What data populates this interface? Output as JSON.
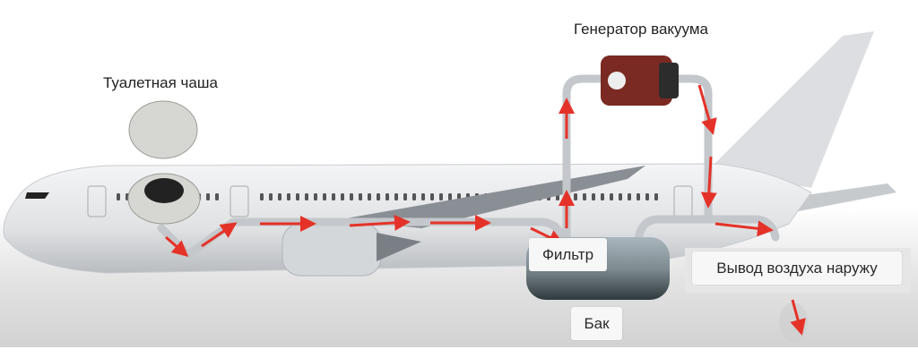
{
  "labels": {
    "toilet_bowl": "Туалетная чаша",
    "vacuum_generator": "Генератор вакуума",
    "filter": "Фильтр",
    "tank": "Бак",
    "air_outlet": "Вывод воздуха наружу"
  },
  "colors": {
    "flow_arrow": "#e53228",
    "fuselage": "#e8e9eb",
    "pipe": "#c4c7cb",
    "tank": "#7f8c92",
    "generator": "#7a2a22"
  }
}
